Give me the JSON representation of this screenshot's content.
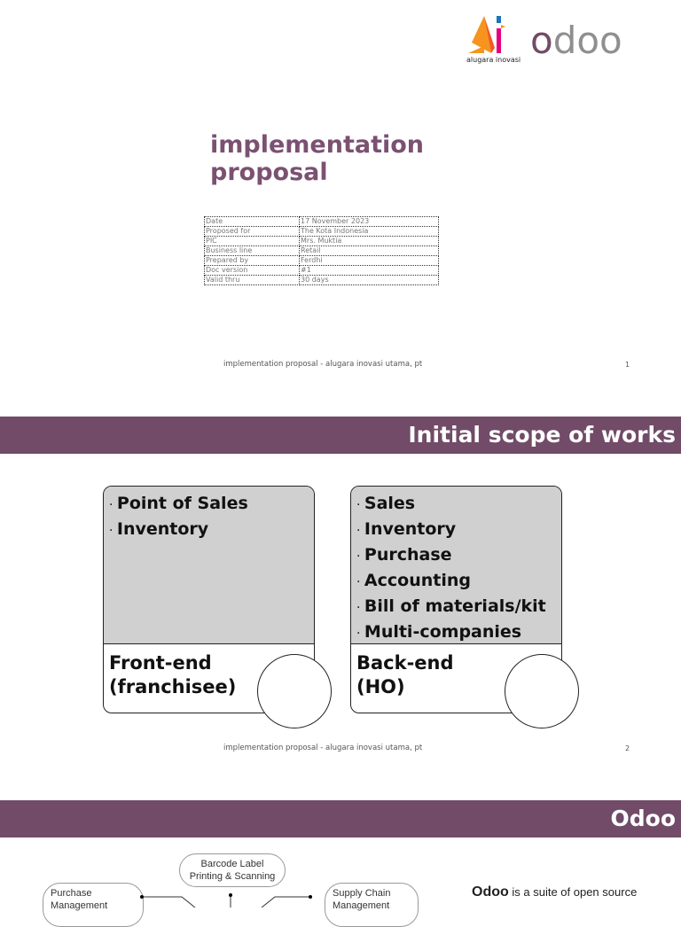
{
  "logo": {
    "brand": "alugara inovasi",
    "partner": "odoo",
    "colors": {
      "odoo_purple": "#714B67",
      "odoo_grey": "#8f8f8f"
    }
  },
  "slide1": {
    "title_line1": "implementation",
    "title_line2": "proposal",
    "info": [
      [
        "Date",
        "17 November 2023"
      ],
      [
        "Proposed for",
        "The Kota Indonesia"
      ],
      [
        "PIC",
        "Mrs. Muktia"
      ],
      [
        "Business line",
        "Retail"
      ],
      [
        "Prepared by",
        "Ferdhi"
      ],
      [
        "Doc version",
        "#1"
      ],
      [
        "Valid thru",
        "30 days"
      ]
    ],
    "footer": "implementation proposal - alugara inovasi utama, pt",
    "page": "1"
  },
  "slide2": {
    "heading": "Initial scope of works",
    "frontend": {
      "items": [
        "Point of Sales",
        "Inventory"
      ],
      "label_line1": "Front-end",
      "label_line2": "(franchisee)"
    },
    "backend": {
      "items": [
        "Sales",
        "Inventory",
        "Purchase",
        "Accounting",
        "Bill of materials/kit",
        "Multi-companies"
      ],
      "label_line1": "Back-end",
      "label_line2": "(HO)"
    },
    "footer": "implementation proposal - alugara inovasi utama, pt",
    "page": "2"
  },
  "slide3": {
    "heading": "Odoo",
    "diagram": {
      "top": "Barcode Label Printing & Scanning",
      "left": "Purchase Management",
      "right": "Supply Chain Management"
    },
    "description_bold": "Odoo",
    "description": " is a suite of open source"
  },
  "colors": {
    "band": "#714B67",
    "title": "#7B5172",
    "box_fill": "#D0D0D0"
  }
}
